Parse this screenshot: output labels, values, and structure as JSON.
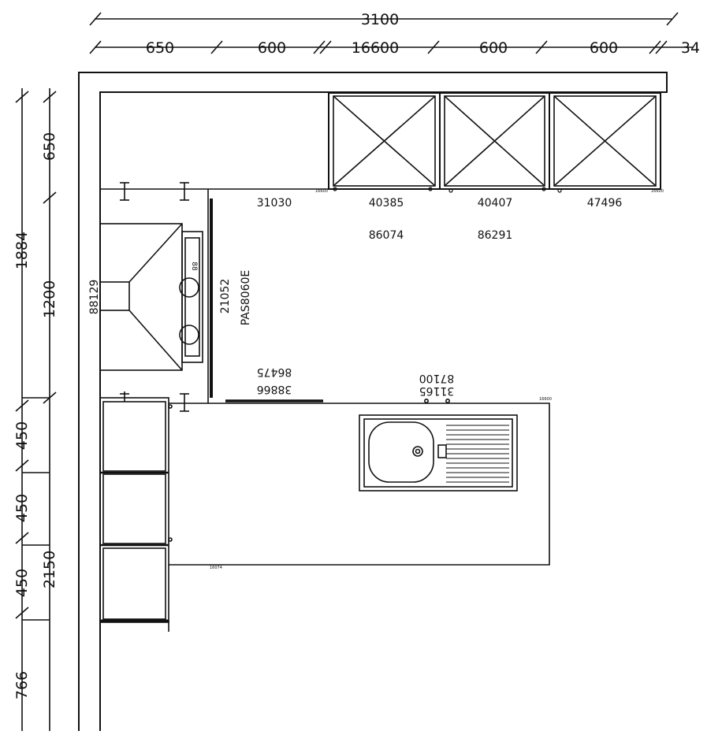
{
  "top_dimensions": {
    "overall": "3100",
    "segments": [
      "650",
      "600",
      "16600",
      "600",
      "600",
      "34"
    ]
  },
  "left_dimensions": {
    "outer": [
      "1884",
      "2150"
    ],
    "inner": [
      "650",
      "1200",
      "450",
      "450",
      "450",
      "766"
    ]
  },
  "cabinet_codes": {
    "wall_corner": "31030",
    "wall_1": "40385",
    "wall_2": "40407",
    "wall_3": "47496",
    "base_1": "86074",
    "base_2": "86291",
    "hood_side": "88129",
    "panel": "21052",
    "hob_model": "PAS8060E",
    "counter_a_1": "86475",
    "counter_a_2": "38866",
    "counter_b_1": "87100",
    "counter_b_2": "31165",
    "hob_mark": "88"
  },
  "small_marks": {
    "top_left": "16600",
    "top_right": "16600",
    "right_end": "16600",
    "bottom": "16074"
  },
  "colors": {
    "line": "#111111",
    "background": "#ffffff"
  }
}
